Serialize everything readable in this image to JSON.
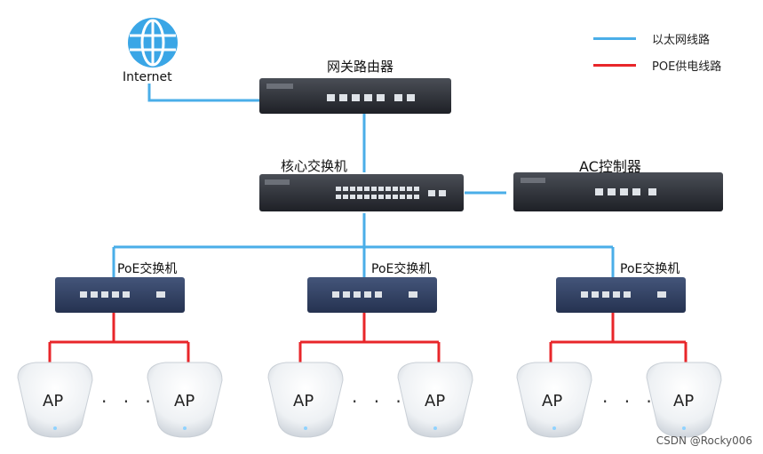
{
  "nodes": {
    "internet": "Internet",
    "gateway": "网关路由器",
    "core": "核心交换机",
    "ac": "AC控制器",
    "poe_switches": [
      "PoE交换机",
      "PoE交换机",
      "PoE交换机"
    ],
    "ap_label": "AP",
    "ellipsis": "· · ·"
  },
  "legend": [
    {
      "label": "以太网线路",
      "color": "#4aaee8"
    },
    {
      "label": "POE供电线路",
      "color": "#e8262a"
    }
  ],
  "colors": {
    "ethernet": "#4aaee8",
    "poe": "#e8262a",
    "device_dark": "#2a2d33",
    "switch_blue": "#2f3e5e",
    "internet_globe": "#3aa6e6"
  },
  "watermark": "CSDN @Rocky006"
}
